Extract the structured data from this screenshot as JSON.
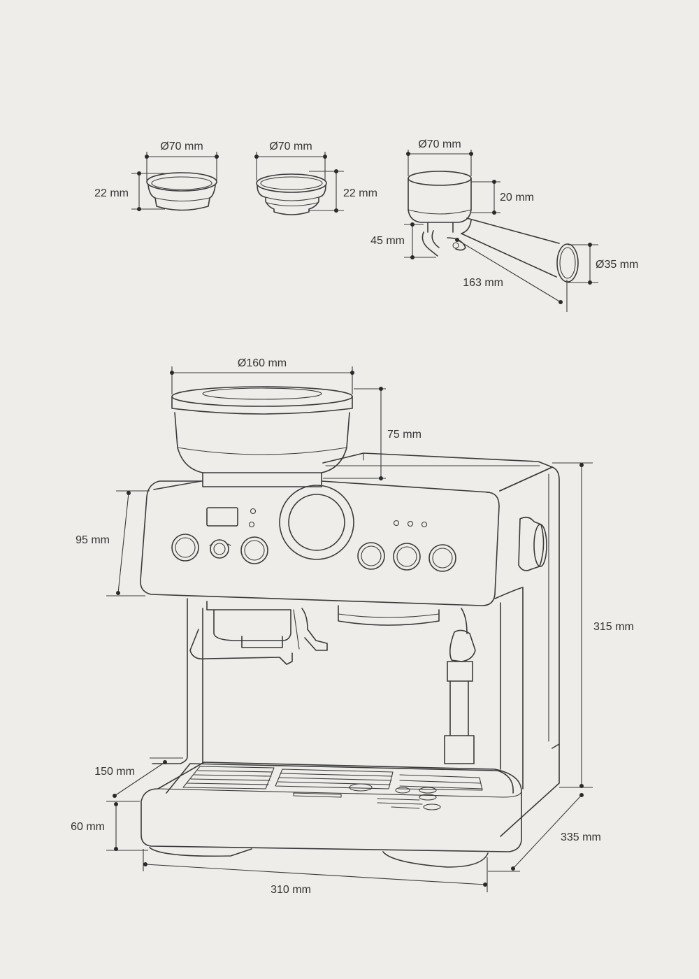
{
  "dimensions": {
    "basket_single_diameter": "Ø70 mm",
    "basket_single_height": "22 mm",
    "basket_double_diameter": "Ø70 mm",
    "basket_double_height": "22 mm",
    "portafilter_diameter": "Ø70 mm",
    "portafilter_cup_height": "20 mm",
    "portafilter_spout_height": "45 mm",
    "portafilter_handle_length": "163 mm",
    "portafilter_handle_diameter": "Ø35 mm",
    "hopper_diameter": "Ø160 mm",
    "hopper_height": "75 mm",
    "control_panel_height": "95 mm",
    "drip_tray_depth": "150 mm",
    "drip_tray_height": "60 mm",
    "machine_width": "310 mm",
    "machine_depth": "335 mm",
    "machine_height": "315 mm"
  },
  "colors": {
    "background": "#efede9",
    "line": "#3a3a3a"
  }
}
